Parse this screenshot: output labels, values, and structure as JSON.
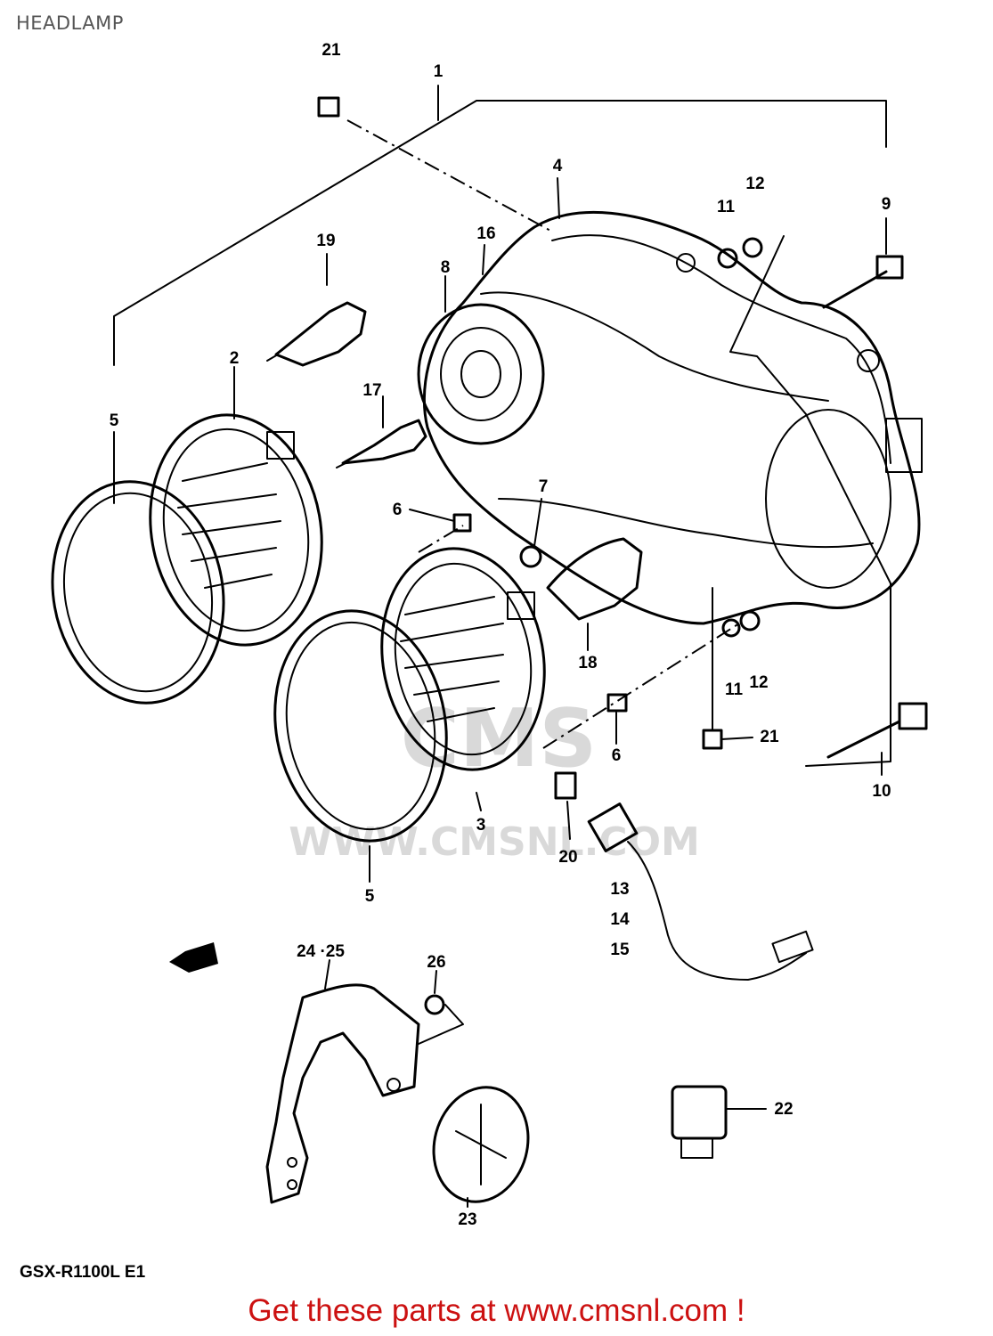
{
  "page": {
    "title": "HEADLAMP",
    "model_code": "GSX-R1100L E1",
    "footer_cta": "Get these parts at www.cmsnl.com !",
    "watermark": "WWW.CMSNL.COM",
    "watermark_logo": "CMS"
  },
  "callouts": [
    {
      "id": "c1",
      "text": "1"
    },
    {
      "id": "c2",
      "text": "2"
    },
    {
      "id": "c3",
      "text": "3"
    },
    {
      "id": "c4",
      "text": "4"
    },
    {
      "id": "c5a",
      "text": "5"
    },
    {
      "id": "c5b",
      "text": "5"
    },
    {
      "id": "c6a",
      "text": "6"
    },
    {
      "id": "c6b",
      "text": "6"
    },
    {
      "id": "c7",
      "text": "7"
    },
    {
      "id": "c8",
      "text": "8"
    },
    {
      "id": "c9",
      "text": "9"
    },
    {
      "id": "c10",
      "text": "10"
    },
    {
      "id": "c11a",
      "text": "11"
    },
    {
      "id": "c11b",
      "text": "11"
    },
    {
      "id": "c12a",
      "text": "12"
    },
    {
      "id": "c12b",
      "text": "12"
    },
    {
      "id": "c13",
      "text": "13"
    },
    {
      "id": "c14",
      "text": "14"
    },
    {
      "id": "c15",
      "text": "15"
    },
    {
      "id": "c16",
      "text": "16"
    },
    {
      "id": "c17",
      "text": "17"
    },
    {
      "id": "c18",
      "text": "18"
    },
    {
      "id": "c19",
      "text": "19"
    },
    {
      "id": "c20",
      "text": "20"
    },
    {
      "id": "c21a",
      "text": "21"
    },
    {
      "id": "c21b",
      "text": "21"
    },
    {
      "id": "c22",
      "text": "22"
    },
    {
      "id": "c23",
      "text": "23"
    },
    {
      "id": "c2425",
      "text": "24 ·25"
    },
    {
      "id": "c26",
      "text": "26"
    }
  ]
}
